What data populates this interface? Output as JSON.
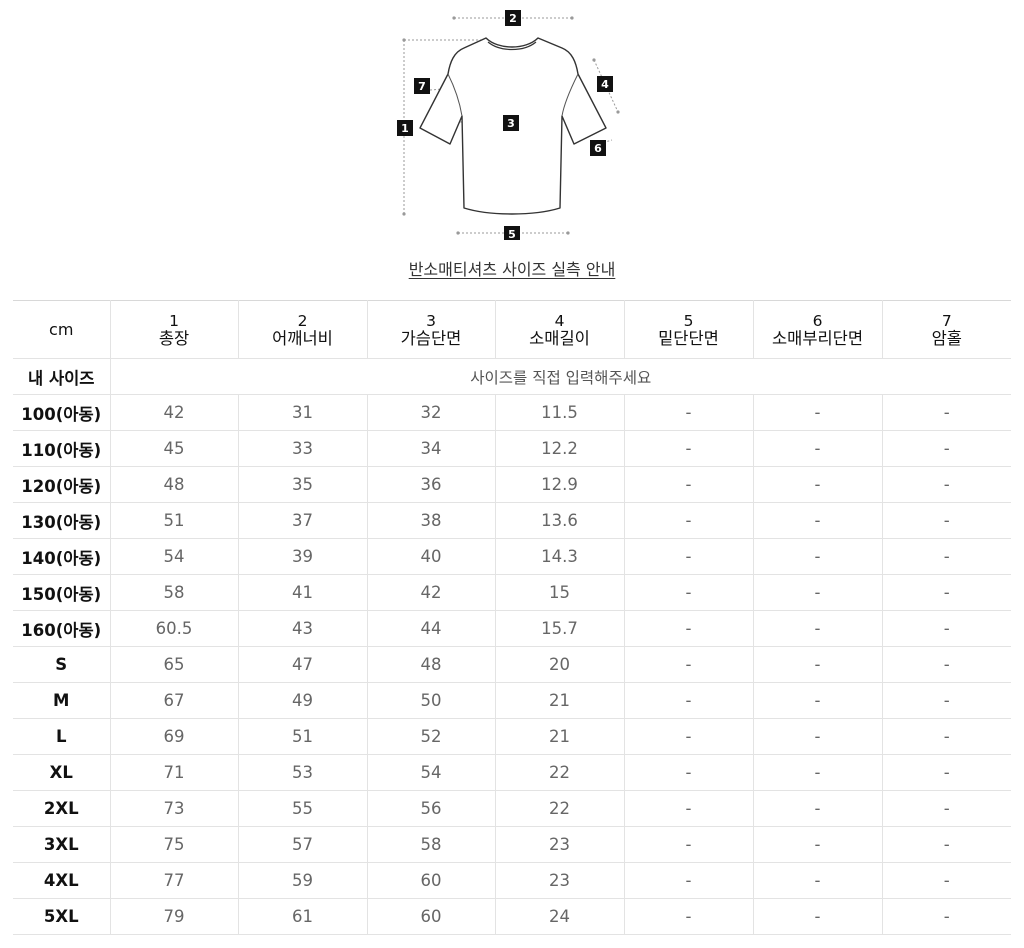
{
  "figure": {
    "markers": [
      "1",
      "2",
      "3",
      "4",
      "5",
      "6",
      "7"
    ]
  },
  "caption": "반소매티셔츠 사이즈 실측 안내",
  "table": {
    "corner": "cm",
    "columns": [
      {
        "num": "1",
        "label": "총장"
      },
      {
        "num": "2",
        "label": "어깨너비"
      },
      {
        "num": "3",
        "label": "가슴단면"
      },
      {
        "num": "4",
        "label": "소매길이"
      },
      {
        "num": "5",
        "label": "밑단단면"
      },
      {
        "num": "6",
        "label": "소매부리단면"
      },
      {
        "num": "7",
        "label": "암홀"
      }
    ],
    "my_size": {
      "label": "내 사이즈",
      "prompt": "사이즈를 직접 입력해주세요"
    },
    "rows": [
      {
        "size": "100(아동)",
        "values": [
          "42",
          "31",
          "32",
          "11.5",
          "-",
          "-",
          "-"
        ]
      },
      {
        "size": "110(아동)",
        "values": [
          "45",
          "33",
          "34",
          "12.2",
          "-",
          "-",
          "-"
        ]
      },
      {
        "size": "120(아동)",
        "values": [
          "48",
          "35",
          "36",
          "12.9",
          "-",
          "-",
          "-"
        ]
      },
      {
        "size": "130(아동)",
        "values": [
          "51",
          "37",
          "38",
          "13.6",
          "-",
          "-",
          "-"
        ]
      },
      {
        "size": "140(아동)",
        "values": [
          "54",
          "39",
          "40",
          "14.3",
          "-",
          "-",
          "-"
        ]
      },
      {
        "size": "150(아동)",
        "values": [
          "58",
          "41",
          "42",
          "15",
          "-",
          "-",
          "-"
        ]
      },
      {
        "size": "160(아동)",
        "values": [
          "60.5",
          "43",
          "44",
          "15.7",
          "-",
          "-",
          "-"
        ]
      },
      {
        "size": "S",
        "values": [
          "65",
          "47",
          "48",
          "20",
          "-",
          "-",
          "-"
        ]
      },
      {
        "size": "M",
        "values": [
          "67",
          "49",
          "50",
          "21",
          "-",
          "-",
          "-"
        ]
      },
      {
        "size": "L",
        "values": [
          "69",
          "51",
          "52",
          "21",
          "-",
          "-",
          "-"
        ]
      },
      {
        "size": "XL",
        "values": [
          "71",
          "53",
          "54",
          "22",
          "-",
          "-",
          "-"
        ]
      },
      {
        "size": "2XL",
        "values": [
          "73",
          "55",
          "56",
          "22",
          "-",
          "-",
          "-"
        ]
      },
      {
        "size": "3XL",
        "values": [
          "75",
          "57",
          "58",
          "23",
          "-",
          "-",
          "-"
        ]
      },
      {
        "size": "4XL",
        "values": [
          "77",
          "59",
          "60",
          "23",
          "-",
          "-",
          "-"
        ]
      },
      {
        "size": "5XL",
        "values": [
          "79",
          "61",
          "60",
          "24",
          "-",
          "-",
          "-"
        ]
      }
    ]
  }
}
